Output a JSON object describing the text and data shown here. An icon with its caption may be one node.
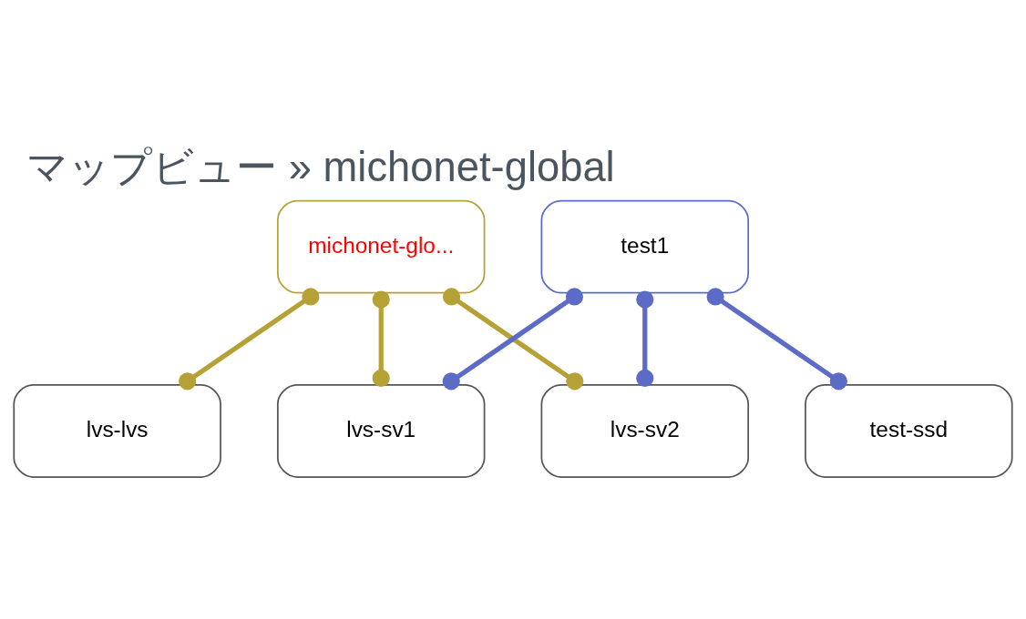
{
  "diagram": {
    "title": "マップビュー » michonet-global",
    "nodes": [
      {
        "text": [
          "michonet-glo..."
        ]
      },
      {
        "text": [
          "lvs-lvs"
        ]
      },
      {
        "text": [
          "lvs-sv1"
        ]
      },
      {
        "text": [
          "lvs-sv2"
        ]
      },
      {
        "text": [
          "test1"
        ]
      },
      {
        "text": [
          "test-ssd"
        ]
      }
    ],
    "edges": [
      {
        "from": 0,
        "to": 1,
        "arrow": "other",
        "color": "#b5a136"
      },
      {
        "from": 0,
        "to": 2,
        "arrow": "other",
        "color": "#b5a136"
      },
      {
        "from": 0,
        "to": 3,
        "arrow": "other",
        "color": "#b5a136"
      },
      {
        "from": 4,
        "to": 5,
        "arrow": "other",
        "color": "#5b6bc6"
      },
      {
        "from": 4,
        "to": 2,
        "arrow": "other",
        "color": "#5b6bc6"
      },
      {
        "from": 4,
        "to": 3,
        "arrow": "other",
        "color": "#5b6bc6"
      }
    ]
  }
}
